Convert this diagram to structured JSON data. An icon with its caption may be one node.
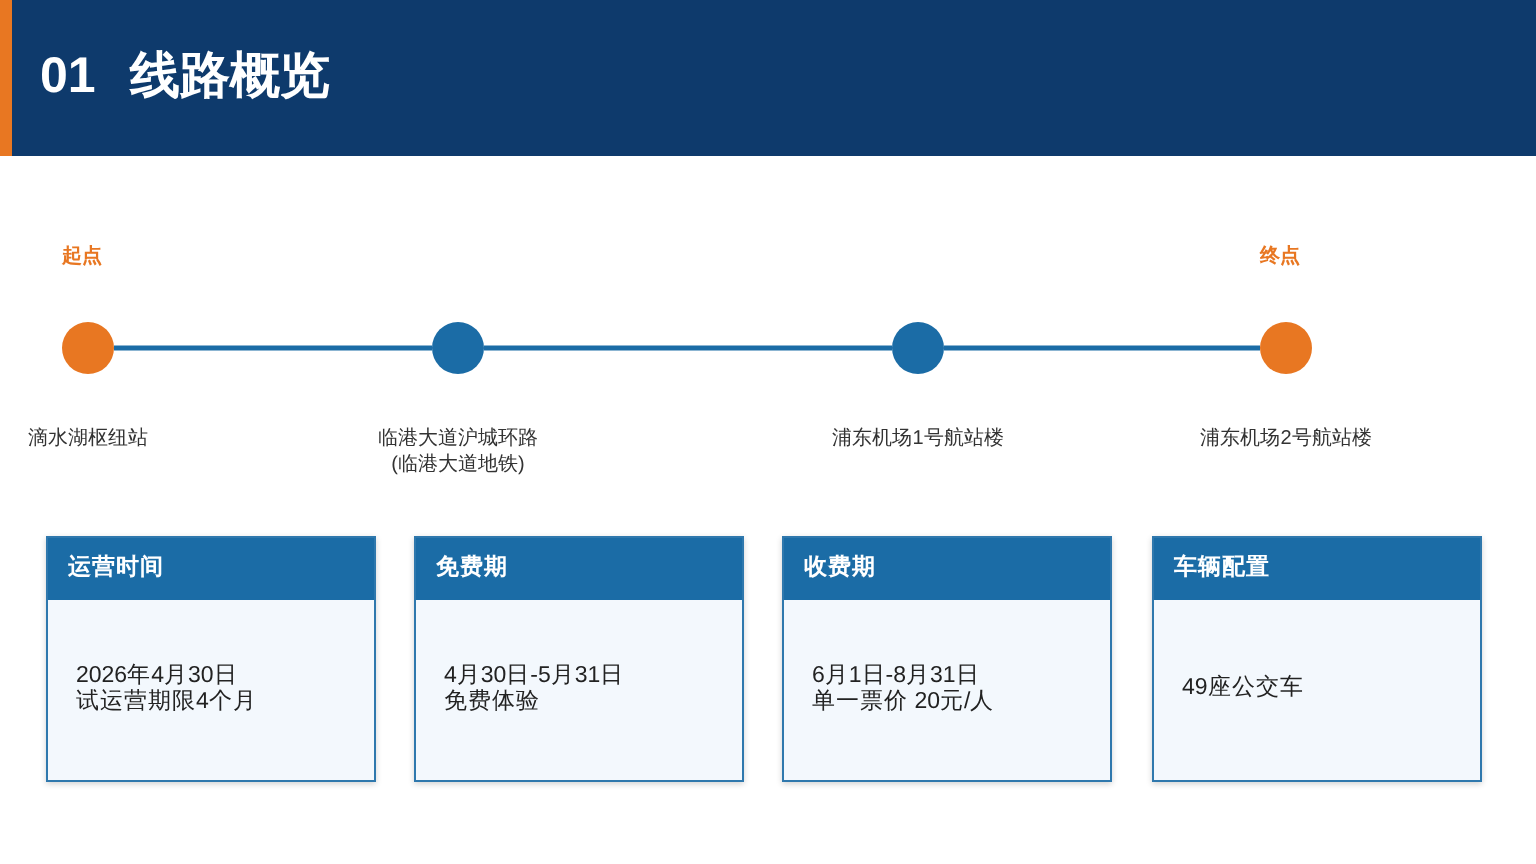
{
  "diagram": {
    "title": "01 线路概览",
    "nodes": [
      {
        "text": [],
        "shape": "circle",
        "beside": [
          "起点",
          "滴水湖枢纽站"
        ]
      },
      {
        "text": [],
        "shape": "circle",
        "beside": [
          "临港大道沪城环路(临港大道地铁)"
        ]
      },
      {
        "text": [],
        "shape": "circle",
        "beside": [
          "浦东机场1号航站楼"
        ]
      },
      {
        "text": [],
        "shape": "circle",
        "beside": [
          "终点",
          "浦东机场2号航站楼"
        ]
      },
      {
        "text": [
          "运营时间",
          "2026年4月30日",
          "试运营期限4个月"
        ]
      },
      {
        "text": [
          "免费期",
          "4月30日-5月31日",
          "免费体验"
        ]
      },
      {
        "text": [
          "收费期",
          "6月1日-8月31日",
          "单一票价 20元/人"
        ]
      },
      {
        "text": [
          "车辆配置",
          "49座公交车"
        ]
      }
    ],
    "edges": [
      {
        "from": 0,
        "to": 1,
        "arrow": "none"
      },
      {
        "from": 1,
        "to": 2,
        "arrow": "none"
      },
      {
        "from": 2,
        "to": 3,
        "arrow": "none"
      }
    ]
  }
}
